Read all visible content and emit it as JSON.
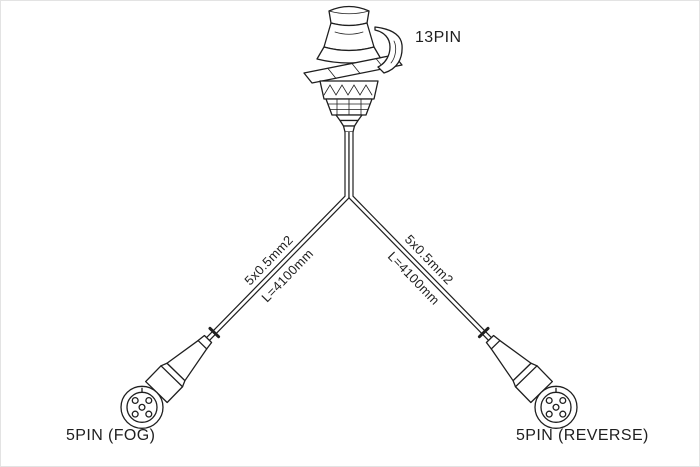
{
  "diagram": {
    "type": "wiring-harness-drawing",
    "labels": {
      "top_connector": "13PIN",
      "left_connector": "5PIN (FOG)",
      "right_connector": "5PIN (REVERSE)"
    },
    "cables": {
      "left": {
        "spec": "5x0.5mm2",
        "length": "L=4100mm"
      },
      "right": {
        "spec": "5x0.5mm2",
        "length": "L=4100mm"
      }
    },
    "colors": {
      "line": "#1f1f1f",
      "background": "#ffffff"
    }
  }
}
